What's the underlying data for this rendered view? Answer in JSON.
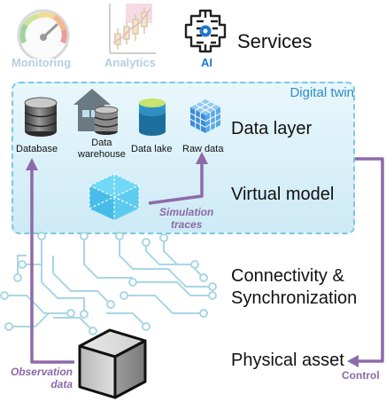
{
  "services": {
    "items": [
      {
        "label": "Monitoring",
        "icon": "gauge-icon",
        "color": "#b8cfe0"
      },
      {
        "label": "Analytics",
        "icon": "candlestick-chart-icon",
        "color": "#b8cfe0"
      },
      {
        "label": "AI",
        "icon": "brain-chip-icon",
        "color": "#1e78d0"
      }
    ],
    "title": "Services"
  },
  "digital_twin": {
    "label": "Digital twin",
    "stores": [
      {
        "label": "Database",
        "icon": "database-icon"
      },
      {
        "label": "Data\nwarehouse",
        "icon": "data-warehouse-icon"
      },
      {
        "label": "Data lake",
        "icon": "data-lake-icon"
      },
      {
        "label": "Raw data",
        "icon": "raw-data-icon"
      }
    ],
    "data_layer_label": "Data layer",
    "virtual_model_label": "Virtual model",
    "simulation_label": "Simulation\ntraces"
  },
  "connectivity_label": "Connectivity &\nSynchronization",
  "physical_asset_label": "Physical asset",
  "observation_label": "Observation\ndata",
  "control_label": "Control",
  "colors": {
    "purple": "#8e6aa9",
    "circuit": "#a9d6e6",
    "twin_border": "#7fc7e2",
    "twin_text": "#2a8fc6",
    "ai_blue": "#1e78d0"
  }
}
